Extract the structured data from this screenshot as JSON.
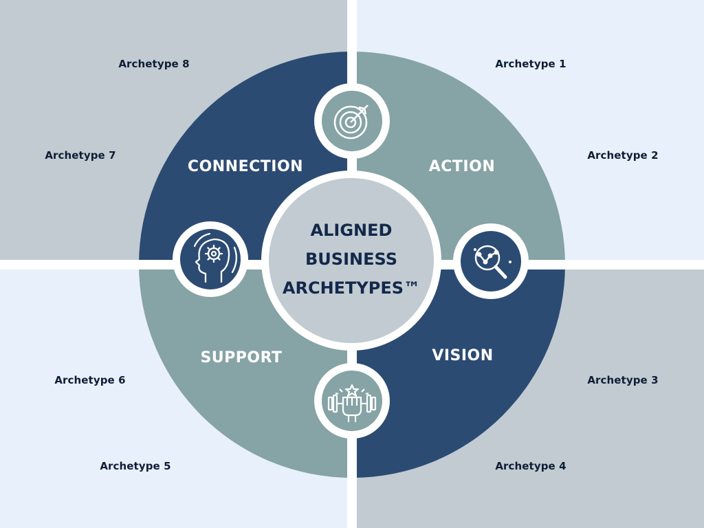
{
  "title": {
    "line1": "ALIGNED",
    "line2": "BUSINESS",
    "line3": "ARCHETYPES™"
  },
  "segments": {
    "action": "ACTION",
    "vision": "VISION",
    "support": "SUPPORT",
    "connection": "CONNECTION"
  },
  "archetypes": {
    "a1": "Archetype 1",
    "a2": "Archetype 2",
    "a3": "Archetype 3",
    "a4": "Archetype 4",
    "a5": "Archetype 5",
    "a6": "Archetype 6",
    "a7": "Archetype 7",
    "a8": "Archetype 8"
  },
  "icons": {
    "top": "target-icon",
    "right": "magnifier-chart-icon",
    "bottom": "fist-dumbbell-icon",
    "left": "head-gear-icon"
  },
  "colors": {
    "navy": "#2c4b73",
    "sage": "#86a3a5",
    "light_blue_bg": "#e8f0fb",
    "gray_bg": "#c1cbd1",
    "center_fill": "#c1cbd1",
    "text_dark": "#0f1e36"
  }
}
